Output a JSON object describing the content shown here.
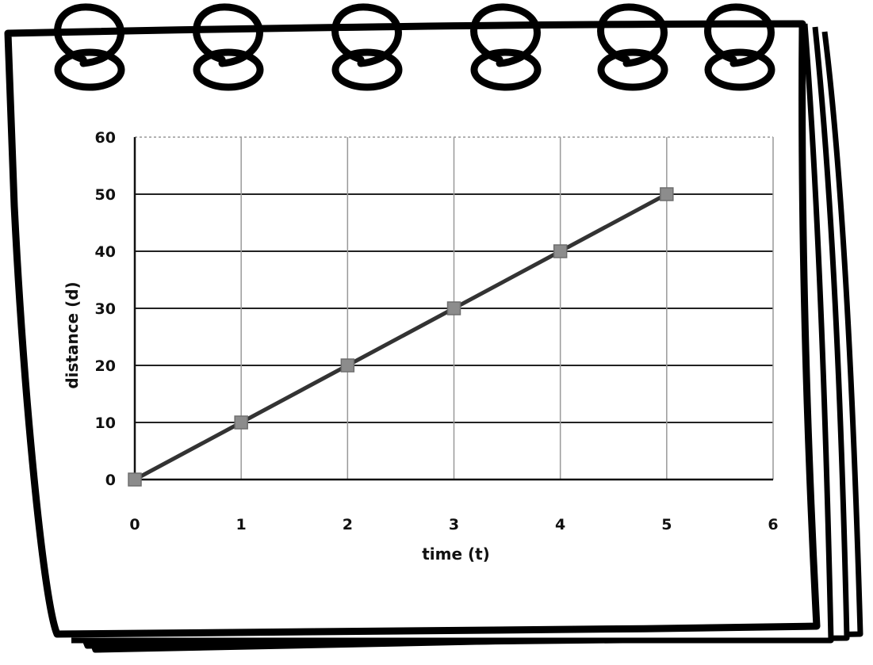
{
  "chart_data": {
    "type": "line",
    "title": "",
    "xlabel": "time (t)",
    "ylabel": "distance (d)",
    "xlim": [
      0,
      6
    ],
    "ylim": [
      0,
      60
    ],
    "x_ticks": [
      "0",
      "1",
      "2",
      "3",
      "4",
      "5",
      "6"
    ],
    "y_ticks": [
      "0",
      "10",
      "20",
      "30",
      "40",
      "50",
      "60"
    ],
    "grid": true,
    "legend": "none",
    "series": [
      {
        "x": [
          0,
          1,
          2,
          3,
          4,
          5
        ],
        "values": [
          0,
          10,
          20,
          30,
          40,
          50
        ]
      }
    ],
    "colors": {
      "line": "#333333",
      "marker": "#8c8c8c",
      "grid": "#222222",
      "notebook": "#000000"
    }
  }
}
